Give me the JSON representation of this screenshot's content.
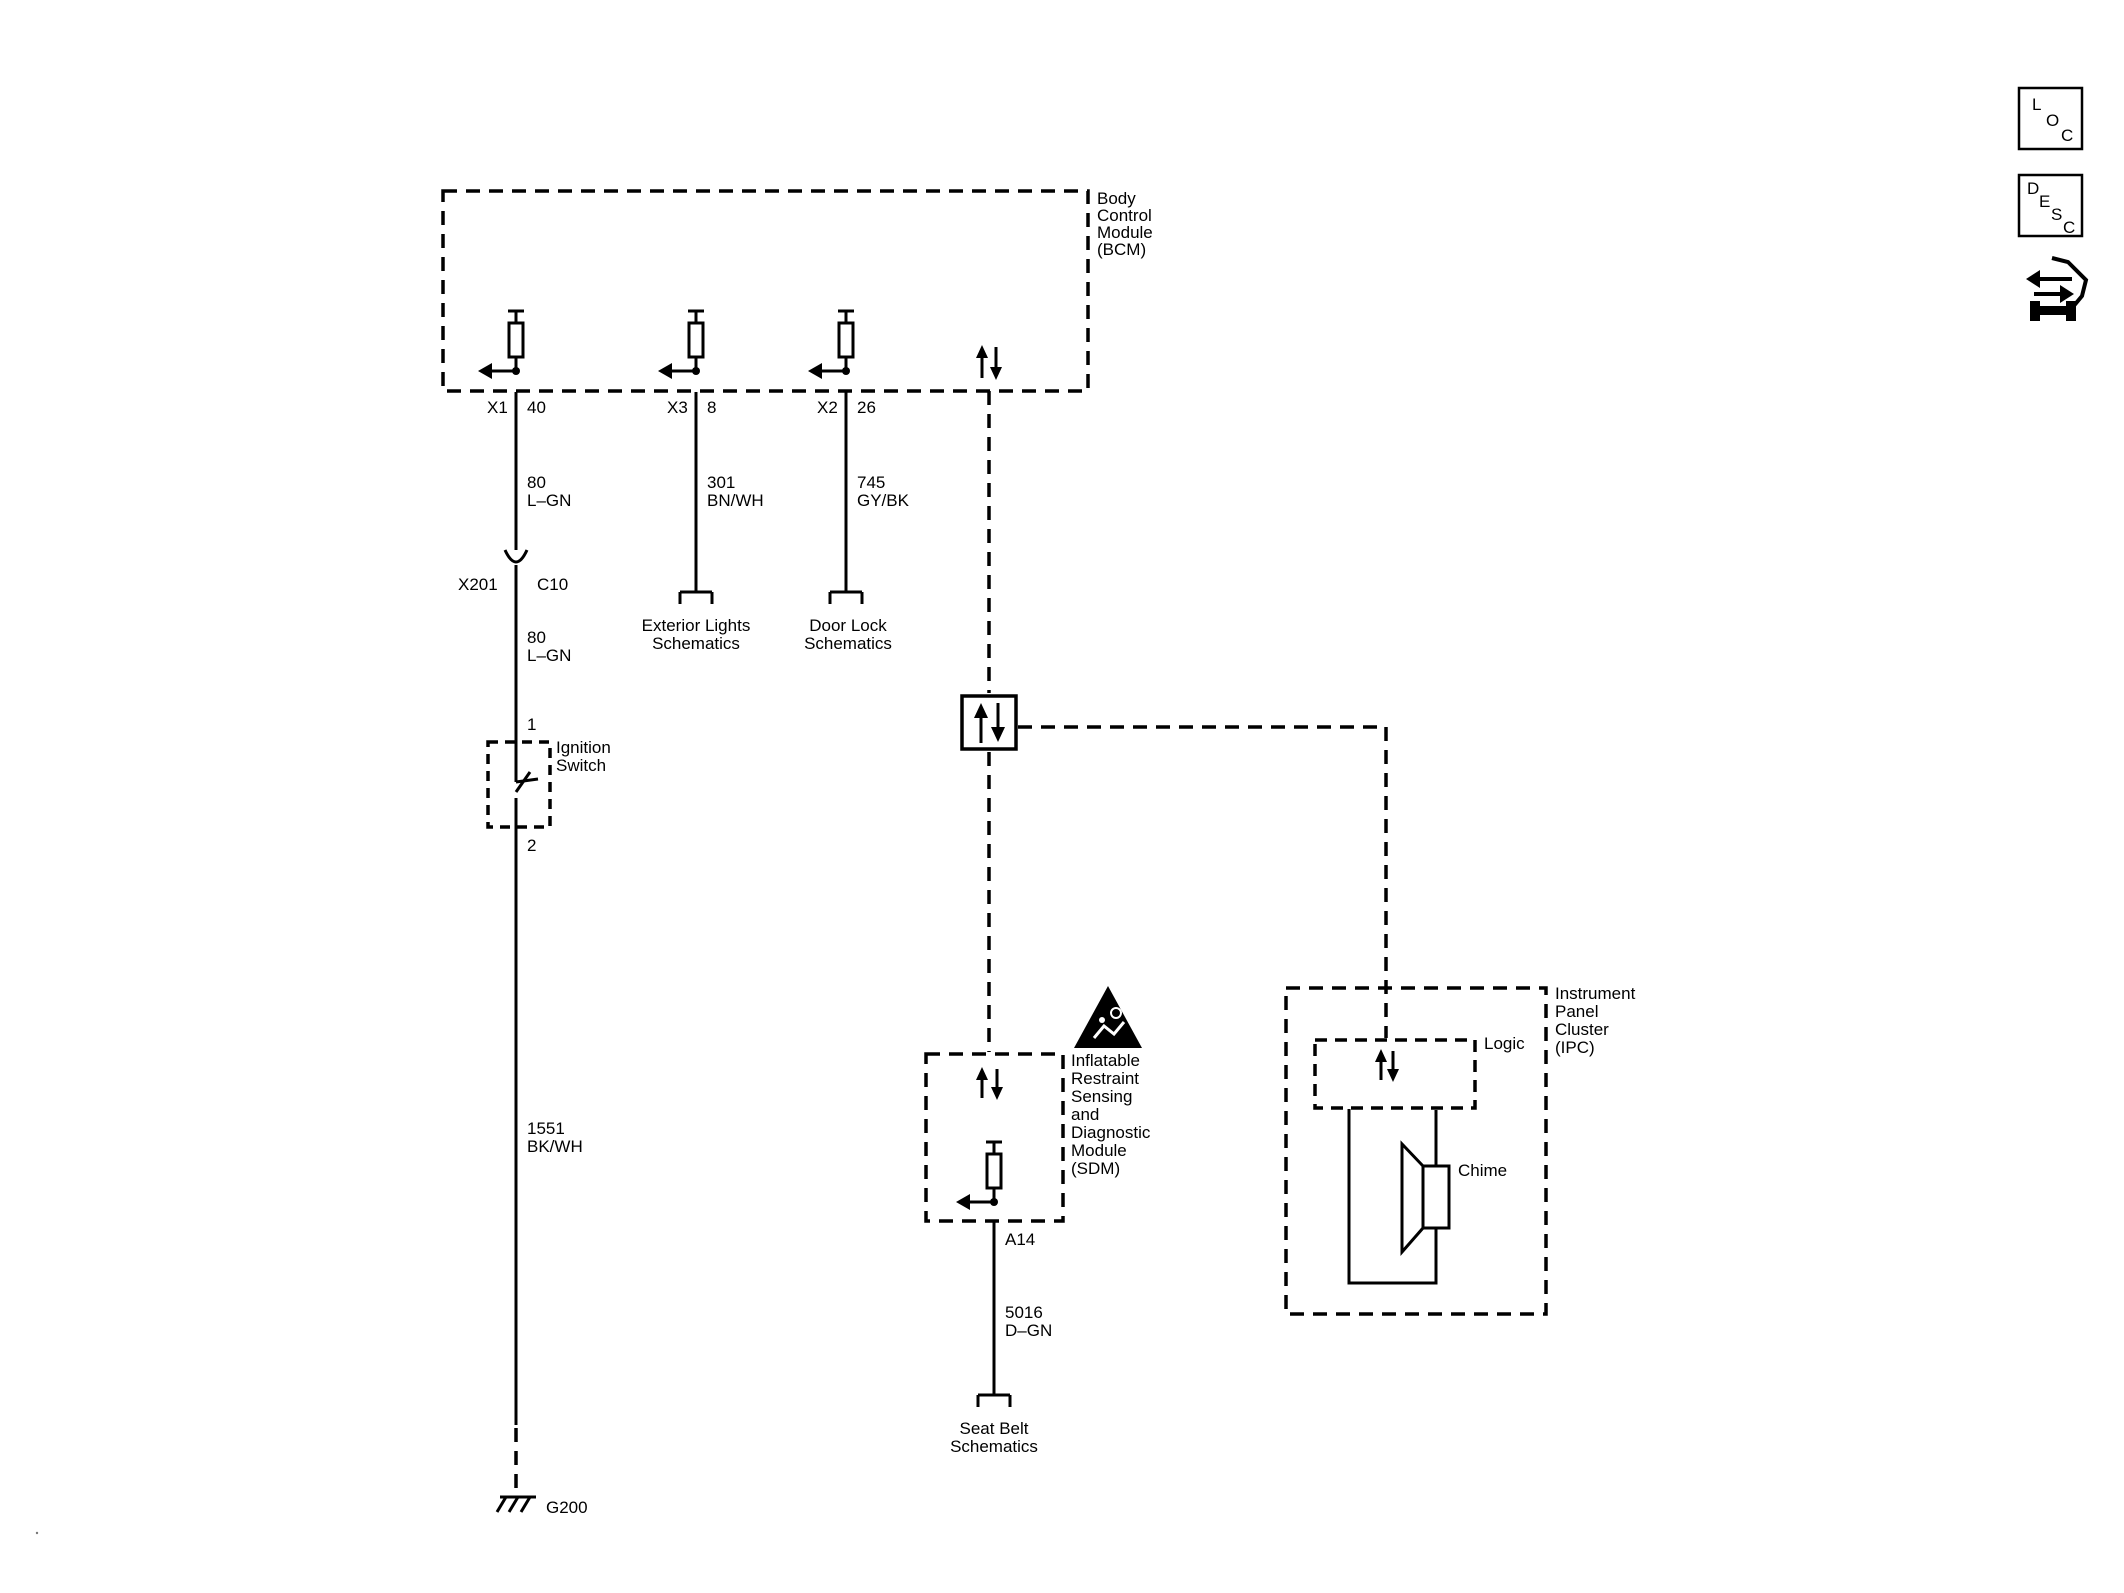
{
  "modules": {
    "bcm": [
      "Body",
      "Control",
      "Module",
      "(BCM)"
    ],
    "ipc": [
      "Instrument",
      "Panel",
      "Cluster",
      "(IPC)"
    ],
    "sdm": [
      "Inflatable",
      "Restraint",
      "Sensing",
      "and",
      "Diagnostic",
      "Module",
      "(SDM)"
    ],
    "ipc_logic": "Logic",
    "ipc_chime": "Chime"
  },
  "bcm_pins": [
    {
      "connector": "X1",
      "pin": "40"
    },
    {
      "connector": "X3",
      "pin": "8"
    },
    {
      "connector": "X2",
      "pin": "26"
    }
  ],
  "sdm_pin": "A14",
  "wires": {
    "w80a": {
      "circuit": "80",
      "color": "L–GN"
    },
    "w80b": {
      "circuit": "80",
      "color": "L–GN"
    },
    "w301": {
      "circuit": "301",
      "color": "BN/WH"
    },
    "w745": {
      "circuit": "745",
      "color": "GY/BK"
    },
    "w1551": {
      "circuit": "1551",
      "color": "BK/WH"
    },
    "w5016": {
      "circuit": "5016",
      "color": "D–GN"
    }
  },
  "inline_connector": {
    "name": "X201",
    "pin": "C10"
  },
  "ignition_switch": {
    "label": [
      "Ignition",
      "Switch"
    ],
    "pin_top": "1",
    "pin_bottom": "2"
  },
  "references": {
    "exterior": [
      "Exterior Lights",
      "Schematics"
    ],
    "doorlock": [
      "Door Lock",
      "Schematics"
    ],
    "seatbelt": [
      "Seat Belt",
      "Schematics"
    ]
  },
  "ground": "G200",
  "side_icons": {
    "loc": [
      "L",
      "O",
      "C"
    ],
    "desc": [
      "D",
      "E",
      "S",
      "C"
    ]
  }
}
